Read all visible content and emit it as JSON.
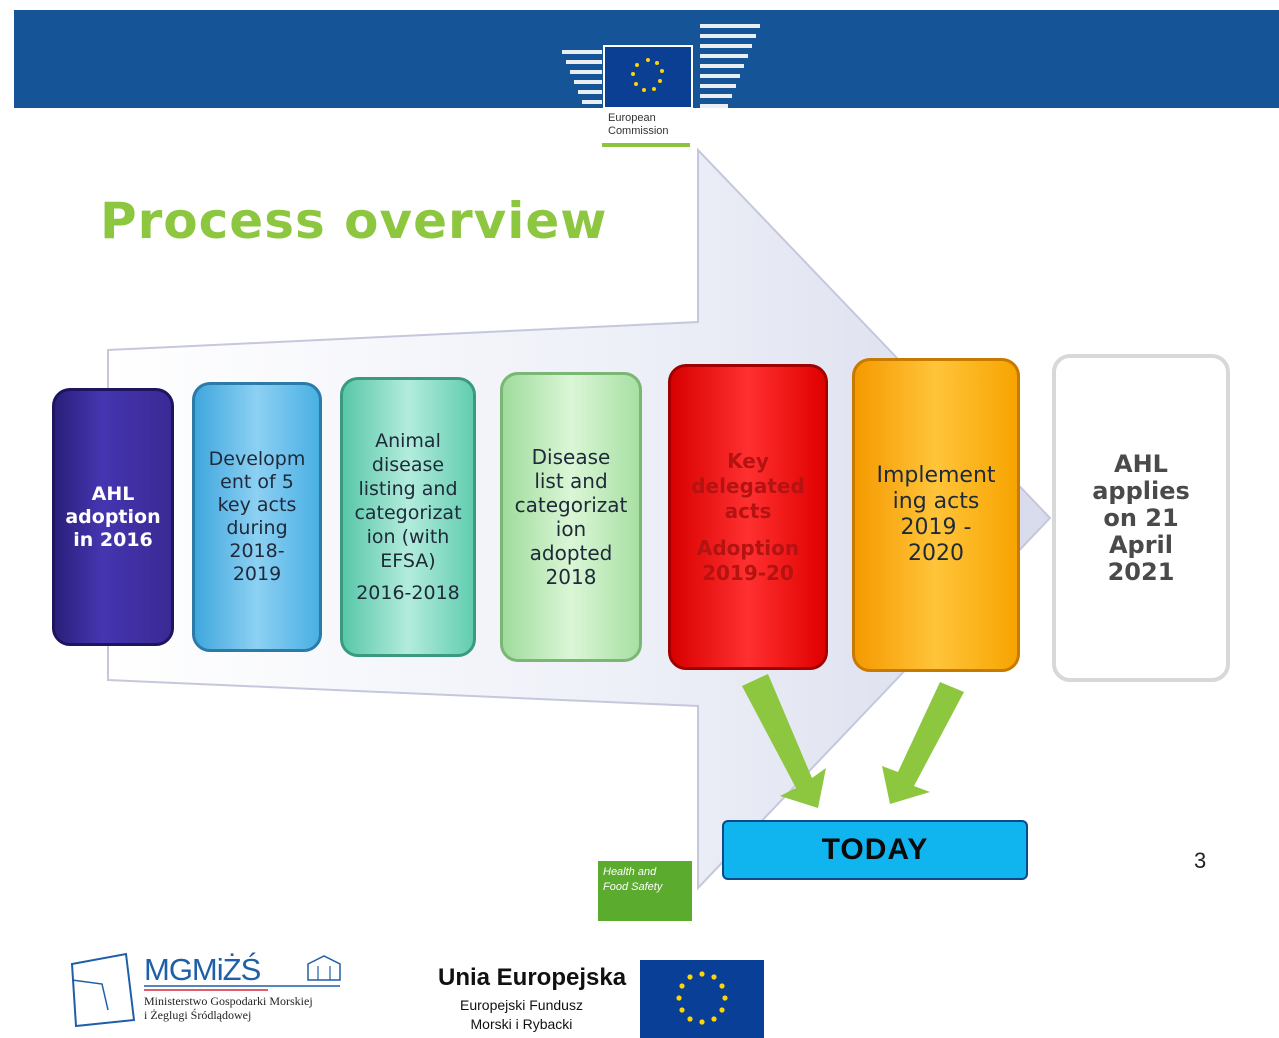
{
  "header": {
    "org_line1": "European",
    "org_line2": "Commission",
    "flag_icon": "eu-flag-icon",
    "banner_color": "#155497"
  },
  "title": "Process overview",
  "steps": [
    {
      "lines": [
        "AHL",
        "adoption",
        "in 2016"
      ]
    },
    {
      "lines": [
        "Developm",
        "ent of 5",
        "key acts",
        "during",
        "2018-",
        "2019"
      ]
    },
    {
      "lines": [
        "Animal",
        "disease",
        "listing and",
        "categorizat",
        "ion (with",
        "EFSA)"
      ],
      "extra": "2016-2018"
    },
    {
      "lines": [
        "Disease",
        "list and",
        "categorizat",
        "ion",
        "adopted",
        "2018"
      ]
    },
    {
      "lines": [
        "Key",
        "delegated",
        "acts"
      ],
      "extra_lines": [
        "Adoption",
        "2019-20"
      ]
    },
    {
      "lines": [
        "Implement",
        "ing acts",
        "2019 -",
        "2020"
      ]
    },
    {
      "lines": [
        "AHL",
        "applies",
        "on 21",
        "April",
        "2021"
      ]
    }
  ],
  "today_label": "TODAY",
  "page_number": "3",
  "health_badge": {
    "line1": "Health and",
    "line2": "Food Safety"
  },
  "footer": {
    "mgm_title": "MGMiŻŚ",
    "mgm_sub1": "Ministerstwo Gospodarki Morskiej",
    "mgm_sub2": "i Żeglugi Śródlądowej",
    "ue_title": "Unia Europejska",
    "ue_sub1": "Europejski Fundusz",
    "ue_sub2": "Morski i Rybacki"
  },
  "colors": {
    "title_green": "#8dc63f",
    "arrow_green": "#8dc63f",
    "today_blue": "#10b4ee"
  }
}
